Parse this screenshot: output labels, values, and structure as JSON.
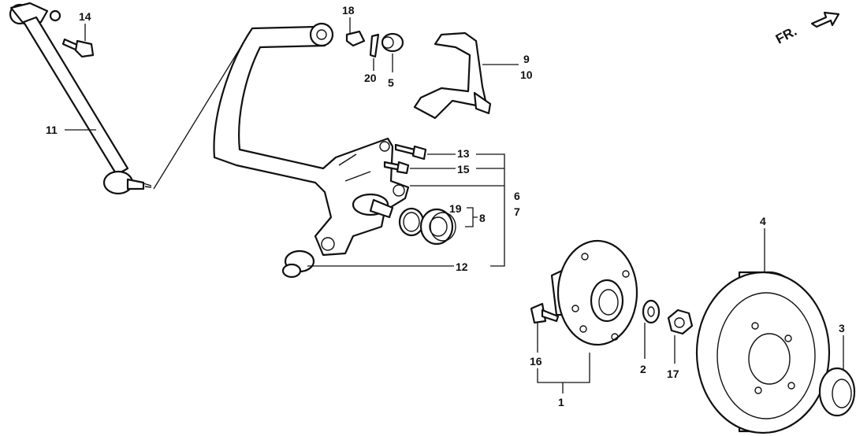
{
  "orientation": {
    "label": "FR.",
    "icon": "arrow-right-icon"
  },
  "callouts": {
    "c1": "1",
    "c2": "2",
    "c3": "3",
    "c4": "4",
    "c5": "5",
    "c6": "6",
    "c7": "7",
    "c8": "8",
    "c9": "9",
    "c10": "10",
    "c11": "11",
    "c12": "12",
    "c13": "13",
    "c14": "14",
    "c15": "15",
    "c16": "16",
    "c17": "17",
    "c18": "18",
    "c19": "19",
    "c20": "20"
  }
}
